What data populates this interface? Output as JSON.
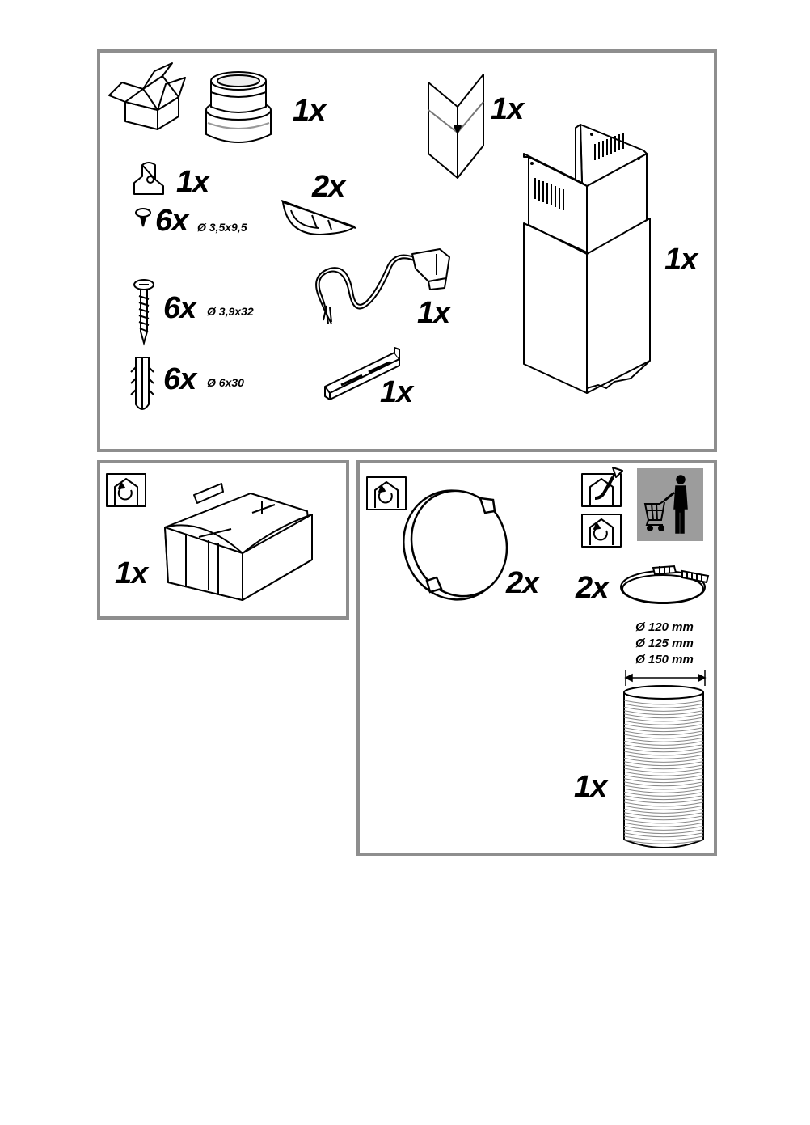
{
  "top_panel": {
    "adapter_qty": "1x",
    "clip_qty": "1x",
    "small_screw_qty": "6x",
    "small_screw_dim": "Ø 3,5x9,5",
    "valve_qty": "2x",
    "bracket_corner_qty": "1x",
    "long_screw_qty": "6x",
    "long_screw_dim": "Ø 3,9x32",
    "cable_qty": "1x",
    "plug_qty": "6x",
    "plug_dim": "Ø 6x30",
    "rail_qty": "1x",
    "chimney_qty": "1x"
  },
  "left_panel": {
    "deflector_qty": "1x"
  },
  "right_panel": {
    "filter_qty": "2x",
    "clamp_qty": "2x",
    "diameters": [
      "Ø 120 mm",
      "Ø 125 mm",
      "Ø 150 mm"
    ],
    "hose_qty": "1x"
  },
  "icons": [
    "box-icon",
    "recirculation-icon",
    "extraction-icon",
    "shopping-cart-icon"
  ]
}
